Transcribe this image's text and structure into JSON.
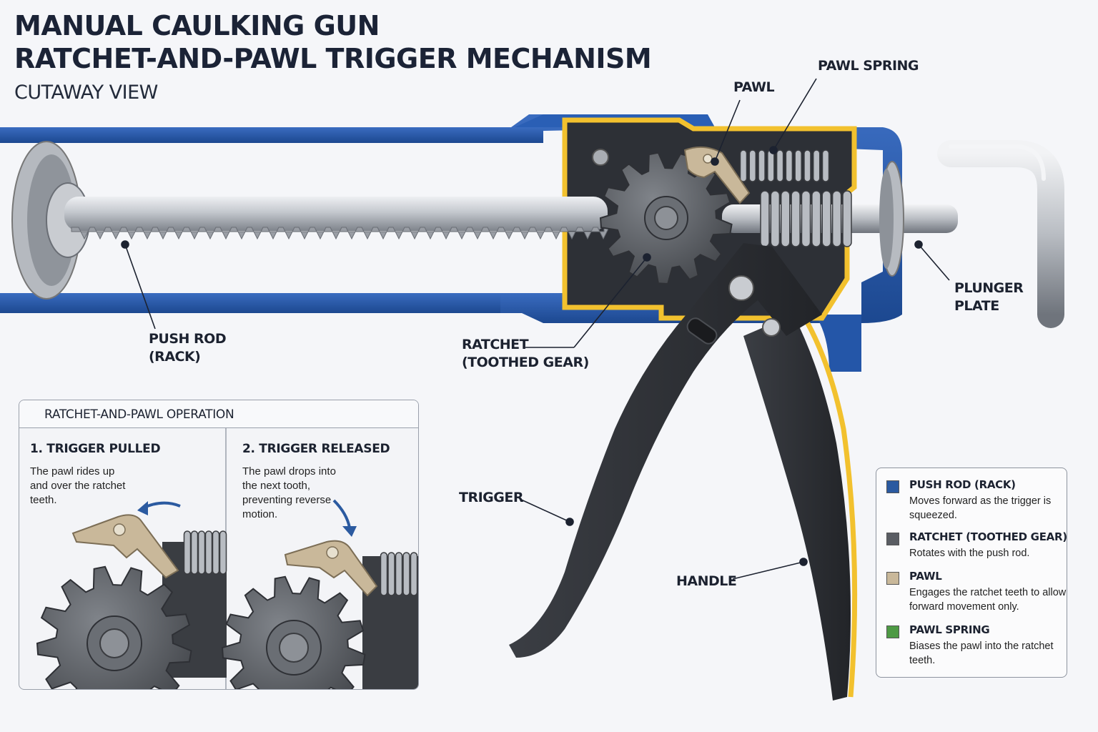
{
  "title": {
    "line1": "MANUAL CAULKING GUN",
    "line2": "RATCHET-AND-PAWL TRIGGER MECHANISM",
    "subtitle": "CUTAWAY VIEW"
  },
  "labels": {
    "pawl": "PAWL",
    "pawl_spring": "PAWL SPRING",
    "push_rod_1": "PUSH ROD",
    "push_rod_2": "(RACK)",
    "ratchet_1": "RATCHET",
    "ratchet_2": "(TOOTHED GEAR)",
    "plunger_1": "PLUNGER",
    "plunger_2": "PLATE",
    "trigger": "TRIGGER",
    "handle": "HANDLE"
  },
  "inset": {
    "title": "RATCHET-AND-PAWL OPERATION",
    "panels": [
      {
        "title": "1. TRIGGER PULLED",
        "text": "The pawl rides up and over the ratchet teeth."
      },
      {
        "title": "2. TRIGGER RELEASED",
        "text": "The pawl drops into the next tooth, preventing reverse motion."
      }
    ]
  },
  "legend": {
    "items": [
      {
        "title": "PUSH ROD (RACK)",
        "desc": "Moves forward as the trigger is squeezed.",
        "color": "#2b5aa0"
      },
      {
        "title": "RATCHET (TOOTHED GEAR)",
        "desc": "Rotates with the push rod.",
        "color": "#5a5d63"
      },
      {
        "title": "PAWL",
        "desc": "Engages the ratchet teeth to allow forward movement only.",
        "color": "#c9b89a"
      },
      {
        "title": "PAWL SPRING",
        "desc": "Biases the pawl into the ratchet teeth.",
        "color": "#4e9a44"
      }
    ]
  },
  "colors": {
    "frame_blue": "#2456a8",
    "highlight_yellow": "#f2c12e",
    "handle_dark": "#2c2e33",
    "steel": "#c6c9ce",
    "arrow_blue": "#2b5aa0"
  }
}
